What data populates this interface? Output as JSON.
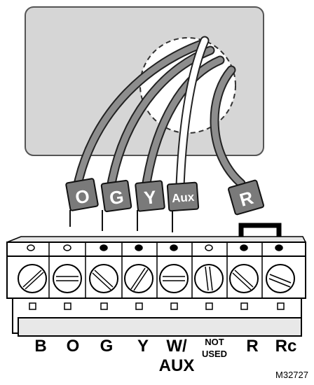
{
  "wire_tags": [
    "O",
    "G",
    "Y",
    "Aux",
    "R"
  ],
  "terminals": [
    "B",
    "O",
    "G",
    "Y",
    "W/",
    "NOT",
    "R",
    "Rc"
  ],
  "terminal_sublabels": {
    "aux": "AUX",
    "used": "USED"
  },
  "figure_code": "M32727"
}
